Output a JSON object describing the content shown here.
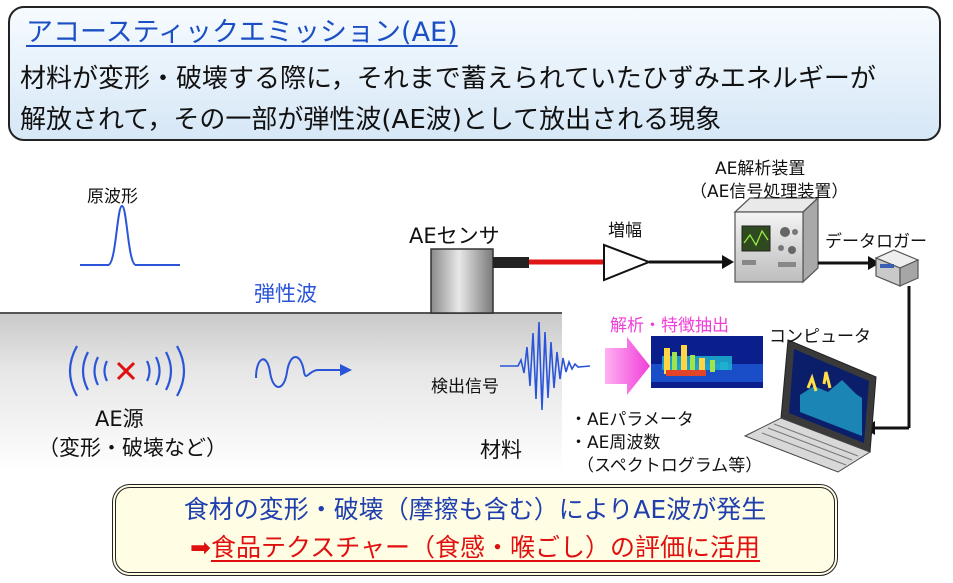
{
  "header": {
    "title": "アコースティックエミッション(AE)",
    "line1": "材料が変形・破壊する際に，それまで蓄えられていたひずみエネルギーが",
    "line2": "解放されて，その一部が弾性波(AE波)として放出される現象"
  },
  "diagram": {
    "original_waveform": "原波形",
    "elastic_wave": "弾性波",
    "ae_source": "AE源",
    "ae_source_note": "（変形・破壊など）",
    "ae_sensor": "AEセンサ",
    "material": "材料",
    "detection_signal": "検出信号",
    "amplifier": "増幅",
    "analyzer": "AE解析装置",
    "analyzer_note": "（AE信号処理装置）",
    "data_logger": "データロガー",
    "computer": "コンピュータ",
    "analysis_extraction": "解析・特徴抽出",
    "outputs": [
      "・AEパラメータ",
      "・AE周波数",
      "（スペクトログラム等）"
    ]
  },
  "footer": {
    "line1": "食材の変形・破壊（摩擦も含む）によりAE波が発生",
    "arrow": "➡",
    "line2": "食品テクスチャー（食感・喉ごし）の評価に活用"
  },
  "colors": {
    "title_blue": "#1c4fc4",
    "wave_blue": "#2a55d8",
    "magenta": "#f03ed8",
    "red": "#e01010",
    "signal_red": "#e01515"
  }
}
